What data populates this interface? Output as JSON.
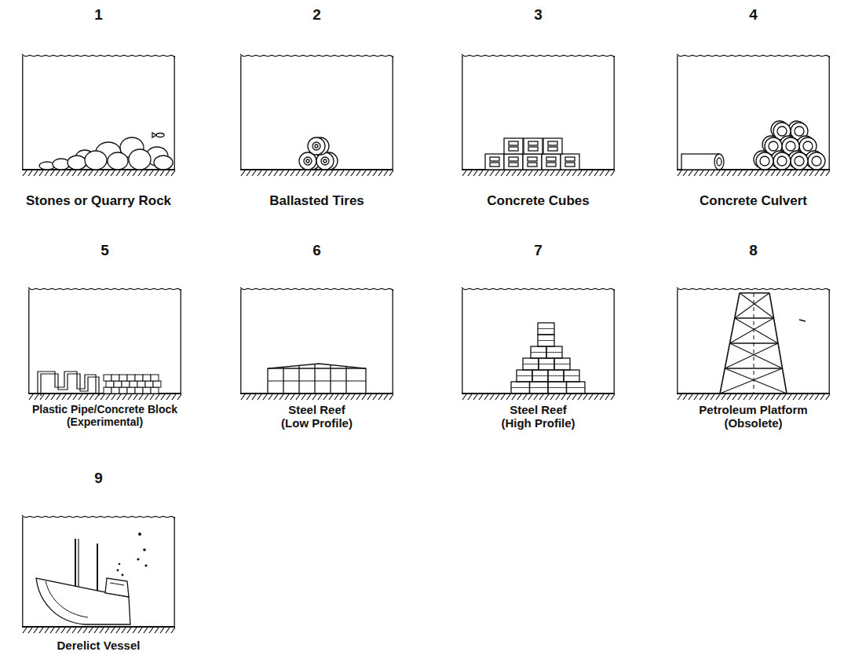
{
  "diagram": {
    "nodes": [
      {
        "text": [
          "1",
          "Stones or Quarry Rock"
        ]
      },
      {
        "text": [
          "2",
          "Ballasted Tires"
        ]
      },
      {
        "text": [
          "3",
          "Concrete Cubes"
        ]
      },
      {
        "text": [
          "4",
          "Concrete Culvert"
        ]
      },
      {
        "text": [
          "5",
          "Plastic Pipe/Concrete Block (Experimental)"
        ]
      },
      {
        "text": [
          "6",
          "Steel Reef (Low Profile)"
        ]
      },
      {
        "text": [
          "7",
          "Steel Reef (High Profile)"
        ]
      },
      {
        "text": [
          "8",
          "Petroleum Platform (Obsolete)"
        ]
      },
      {
        "text": [
          "9",
          "Derelict Vessel"
        ]
      }
    ]
  }
}
